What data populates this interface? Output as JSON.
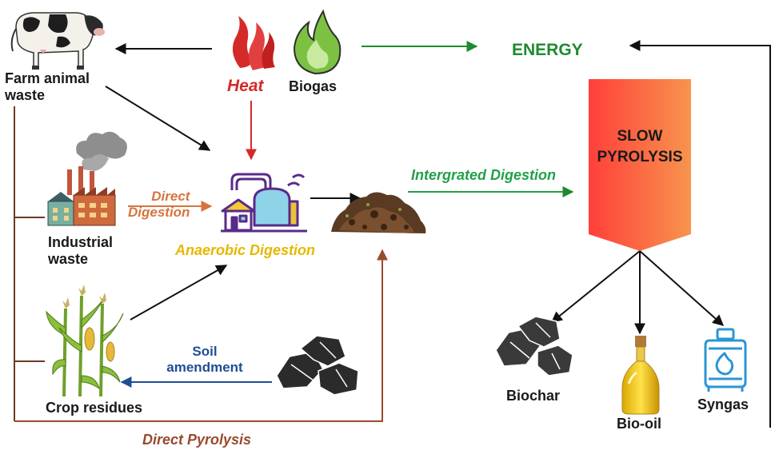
{
  "sources": {
    "farm_animal_waste": "Farm animal\nwaste",
    "industrial_waste": "Industrial\nwaste",
    "crop_residues": "Crop residues"
  },
  "top": {
    "heat": "Heat",
    "biogas": "Biogas",
    "energy": "ENERGY"
  },
  "process": {
    "anaerobic_digestion": "Anaerobic Digestion",
    "direct_digestion": "Direct\nDigestion",
    "integrated_digestion": "Intergrated Digestion",
    "soil_amendment": "Soil\namendment",
    "direct_pyrolysis": "Direct Pyrolysis",
    "slow_pyrolysis": "SLOW\nPYROLYSIS"
  },
  "products": {
    "biochar": "Biochar",
    "bio_oil": "Bio-oil",
    "syngas": "Syngas"
  },
  "colors": {
    "heat_red": "#d42a2a",
    "energy_green": "#1e8a2e",
    "integrated_green": "#22a04a",
    "anaerobic_gold": "#e6b800",
    "direct_digestion_orange": "#d8733d",
    "soil_blue": "#1f4e96",
    "direct_pyrolysis_brown": "#9a4a2e",
    "pyrolysis_gradient": [
      "#ff4a3d",
      "#f7894a"
    ]
  },
  "icons": [
    "cow-icon",
    "flame-icon",
    "green-flame-icon",
    "factory-icon",
    "digester-icon",
    "compost-icon",
    "corn-plant-icon",
    "charcoal-icon",
    "oil-bottle-icon",
    "gas-cylinder-icon"
  ]
}
